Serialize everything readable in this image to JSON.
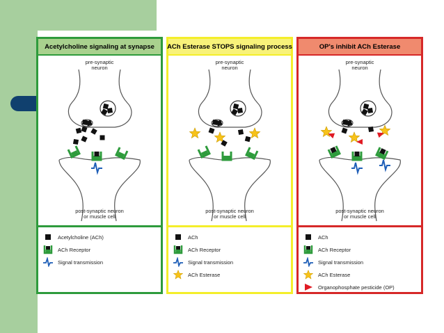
{
  "panels": [
    {
      "title": "Acetylcholine signaling at synapse",
      "pre_label": "pre-synaptic\nneuron",
      "post_label": "post-synaptic neuron\nor muscle cell",
      "legend": [
        {
          "icon": "ach-square-icon",
          "text": "Acetylcholine (ACh)"
        },
        {
          "icon": "ach-receptor-icon",
          "text": "ACh Receptor"
        },
        {
          "icon": "signal-icon",
          "text": "Signal transmission"
        }
      ]
    },
    {
      "title": "ACh Esterase STOPS signaling process",
      "pre_label": "pre-synaptic\nneuron",
      "post_label": "post-synaptic neuron\nor muscle cell",
      "legend": [
        {
          "icon": "ach-square-icon",
          "text": "ACh"
        },
        {
          "icon": "ach-receptor-icon",
          "text": "ACh Receptor"
        },
        {
          "icon": "signal-icon",
          "text": "Signal transmission"
        },
        {
          "icon": "esterase-star-icon",
          "text": "ACh Esterase"
        }
      ]
    },
    {
      "title": "OP's inhibit ACh Esterase",
      "pre_label": "pre-synaptic\nneuron",
      "post_label": "post-synaptic neuron\nor muscle cell",
      "legend": [
        {
          "icon": "ach-square-icon",
          "text": "ACh"
        },
        {
          "icon": "ach-receptor-icon",
          "text": "ACh Receptor"
        },
        {
          "icon": "signal-icon",
          "text": "Signal transmission"
        },
        {
          "icon": "esterase-star-icon",
          "text": "ACh Esterase"
        },
        {
          "icon": "op-triangle-icon",
          "text": "Organophosphate pesticide (OP)"
        }
      ]
    }
  ],
  "colors": {
    "panel1_border": "#2e9b3c",
    "panel1_header": "#a9d18e",
    "panel2_border": "#f4ee2a",
    "panel2_header": "#f8f27a",
    "panel3_border": "#d62828",
    "panel3_header": "#f08a6e",
    "receptor": "#2e9b3c",
    "signal": "#1f5fb8",
    "esterase": "#f7c21a",
    "op": "#e01b24",
    "sidebar": "#a7cf9e",
    "marker": "#10406e"
  }
}
